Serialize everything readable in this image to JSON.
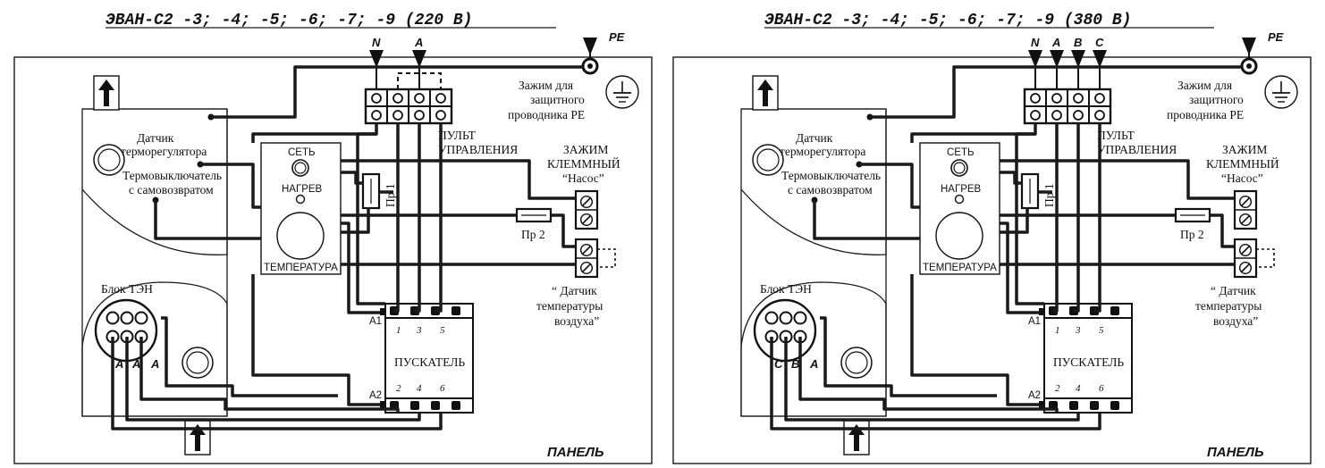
{
  "diagrams": [
    {
      "title": "ЭВАН-С2 -3; -4; -5; -6; -7; -9 (220 В)",
      "phase_labels": [
        "N",
        "A"
      ],
      "pe_label": "PE",
      "pe_clamp": [
        "Зажим для",
        "защитного",
        "проводника РЕ"
      ],
      "sensor_regulator": [
        "Датчик",
        "терморегулятора"
      ],
      "thermo_switch": [
        "Термовыключатель",
        "с самовозвратом"
      ],
      "control_panel": [
        "ПУЛЬТ",
        "УПРАВЛЕНИЯ"
      ],
      "set_label": "СЕТЬ",
      "heat_label": "НАГРЕВ",
      "temp_label": "ТЕМПЕРАТУРА",
      "fuse1": "Пр 1",
      "fuse2": "Пр 2",
      "terminal_clamp": [
        "ЗАЖИМ",
        "КЛЕММНЫЙ",
        "“Насос”"
      ],
      "air_sensor": [
        "“ Датчик",
        "температуры",
        "воздуха”"
      ],
      "heater_block": "Блок ТЭН",
      "heater_phases": [
        "A",
        "A",
        "A"
      ],
      "starter": "ПУСКАТЕЛЬ",
      "starter_top_nums": [
        "1",
        "3",
        "5"
      ],
      "starter_bot_nums": [
        "2",
        "4",
        "6"
      ],
      "coil_a1": "A1",
      "coil_a2": "A2",
      "panel_label": "ПАНЕЛЬ"
    },
    {
      "title": "ЭВАН-С2 -3; -4; -5; -6; -7; -9 (380 В)",
      "phase_labels": [
        "N",
        "A",
        "B",
        "C"
      ],
      "pe_label": "PE",
      "pe_clamp": [
        "Зажим для",
        "защитного",
        "проводника РЕ"
      ],
      "sensor_regulator": [
        "Датчик",
        "терморегулятора"
      ],
      "thermo_switch": [
        "Термовыключатель",
        "с самовозвратом"
      ],
      "control_panel": [
        "ПУЛЬТ",
        "УПРАВЛЕНИЯ"
      ],
      "set_label": "СЕТЬ",
      "heat_label": "НАГРЕВ",
      "temp_label": "ТЕМПЕРАТУРА",
      "fuse1": "Пр 1",
      "fuse2": "Пр 2",
      "terminal_clamp": [
        "ЗАЖИМ",
        "КЛЕММНЫЙ",
        "“Насос”"
      ],
      "air_sensor": [
        "“ Датчик",
        "температуры",
        "воздуха”"
      ],
      "heater_block": "Блок ТЭН",
      "heater_phases": [
        "C",
        "B",
        "A"
      ],
      "starter": "ПУСКАТЕЛЬ",
      "starter_top_nums": [
        "1",
        "3",
        "5"
      ],
      "starter_bot_nums": [
        "2",
        "4",
        "6"
      ],
      "coil_a1": "A1",
      "coil_a2": "A2",
      "panel_label": "ПАНЕЛЬ"
    }
  ]
}
